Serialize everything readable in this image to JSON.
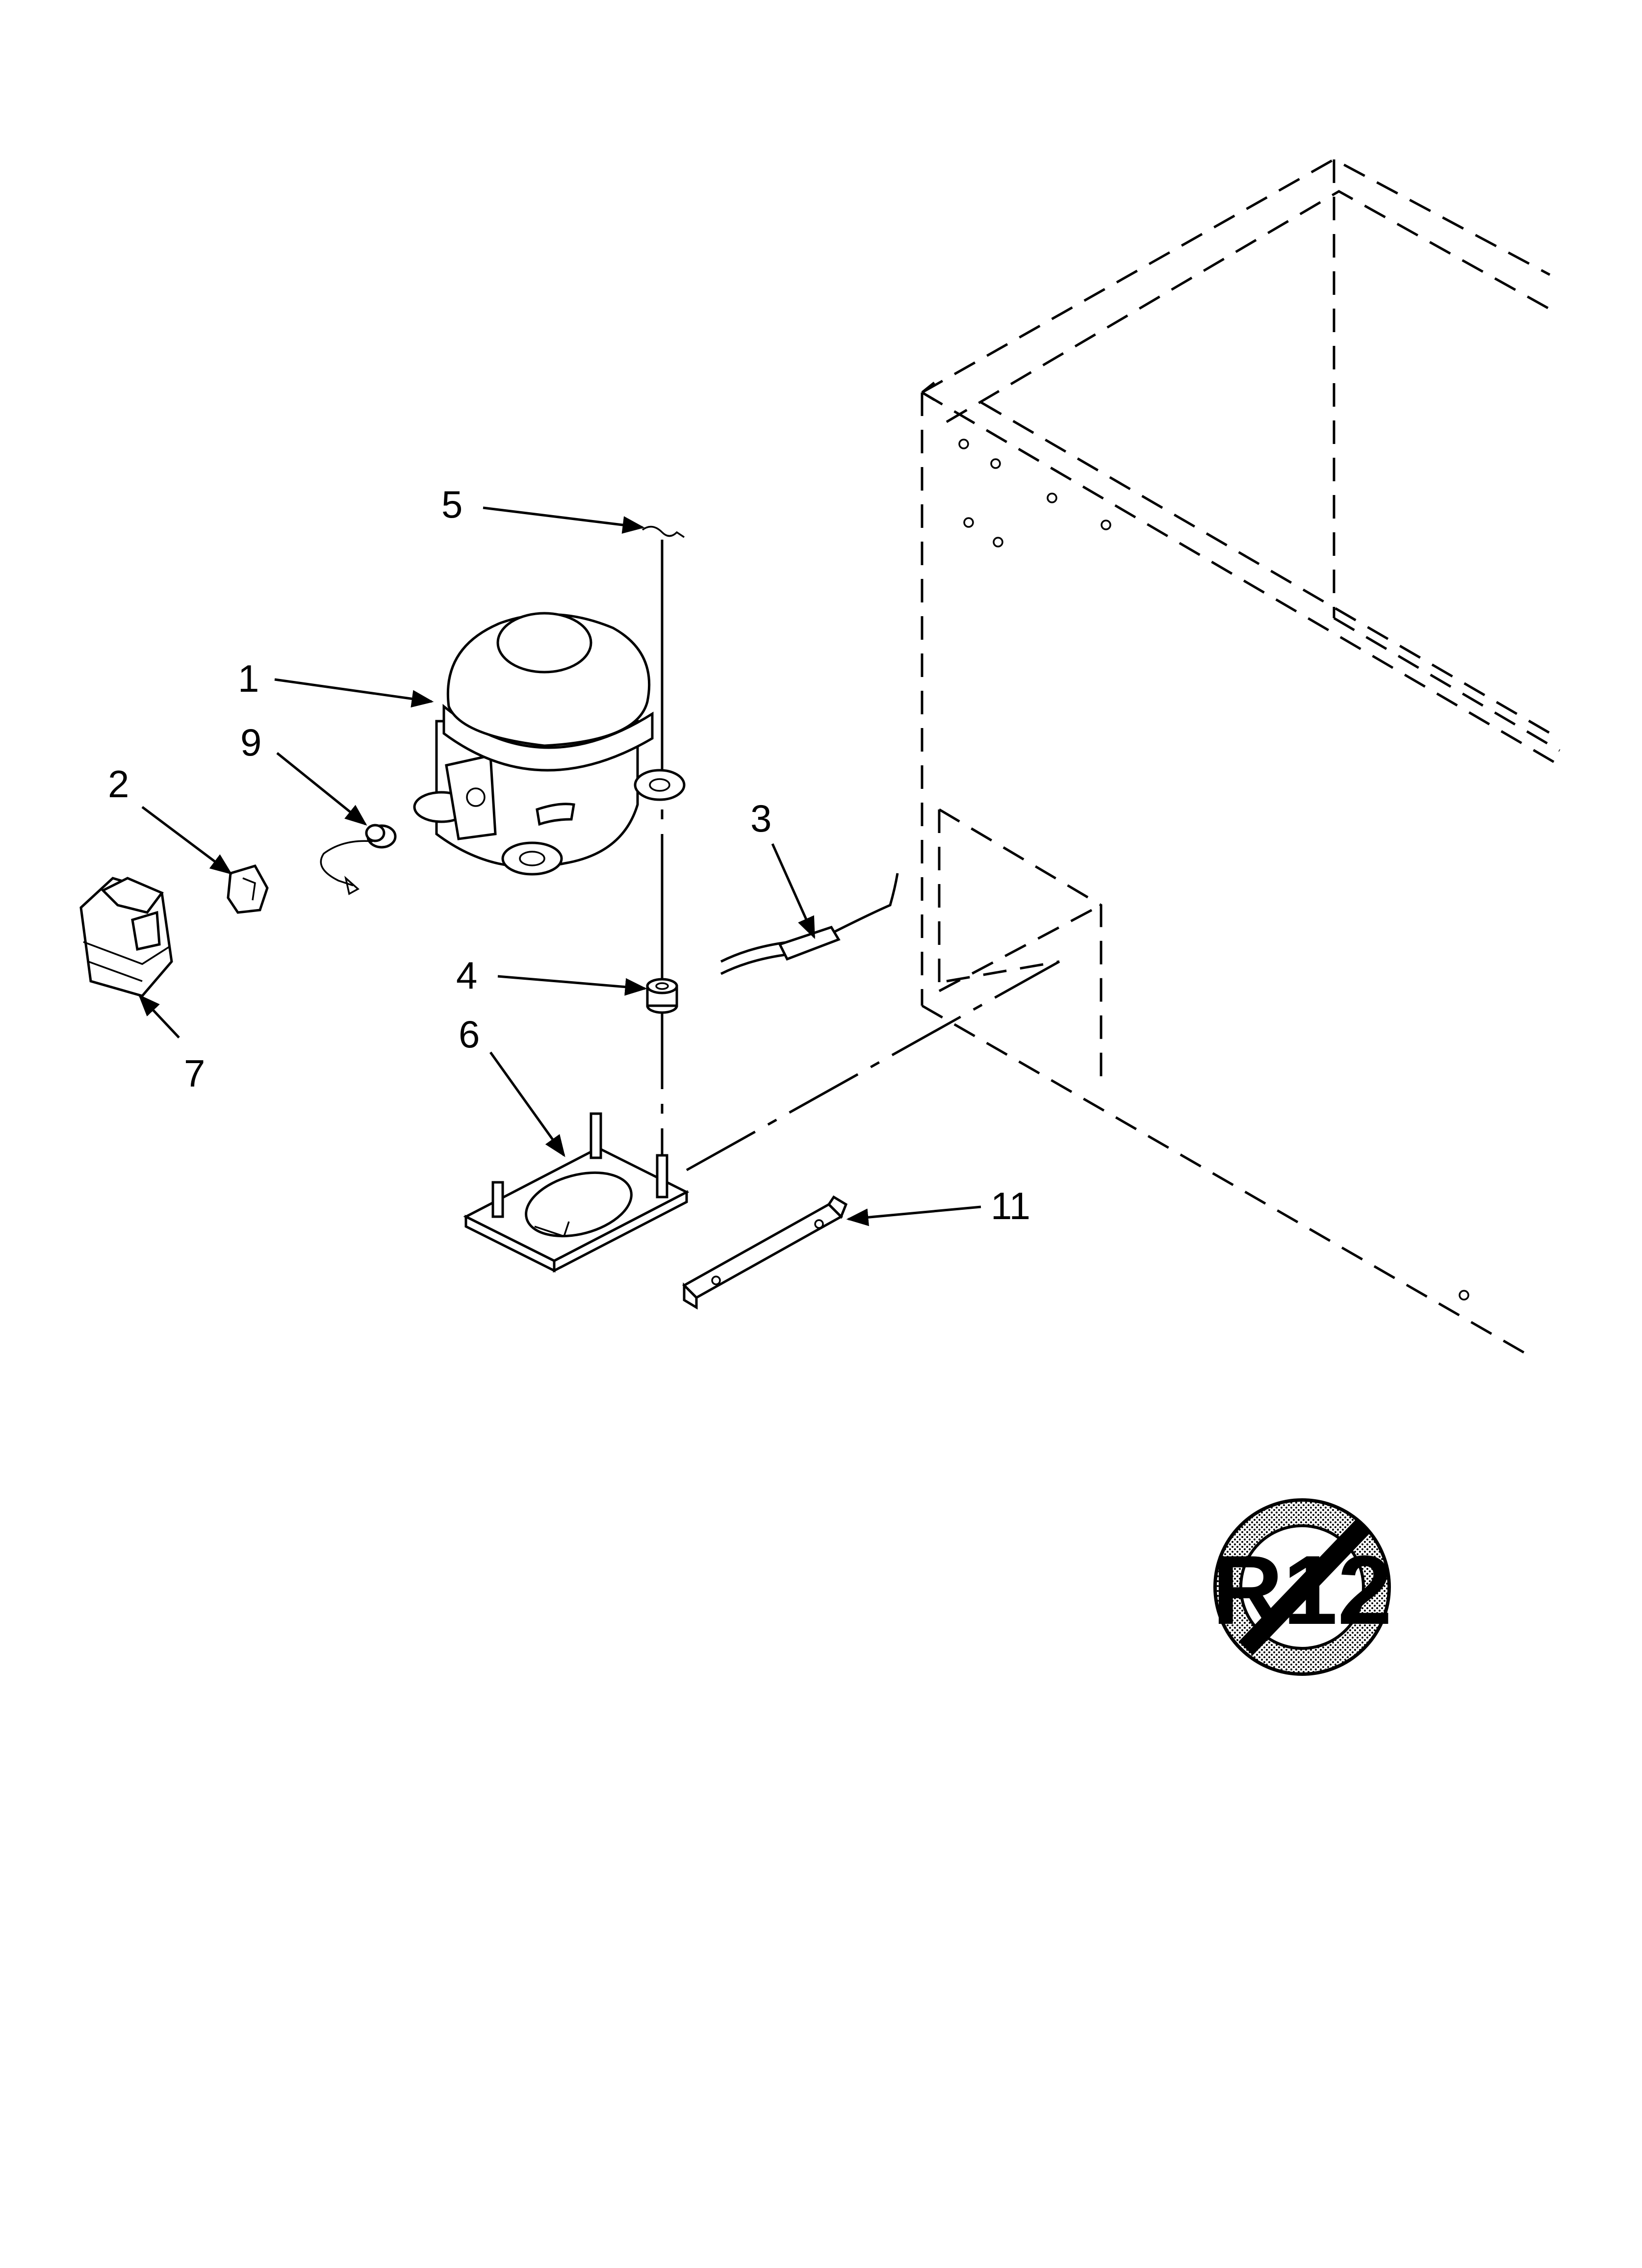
{
  "callouts": {
    "c1": "1",
    "c2": "2",
    "c3": "3",
    "c4": "4",
    "c5": "5",
    "c6": "6",
    "c7": "7",
    "c9": "9",
    "c11": "11"
  },
  "logo": {
    "text": "R12"
  }
}
